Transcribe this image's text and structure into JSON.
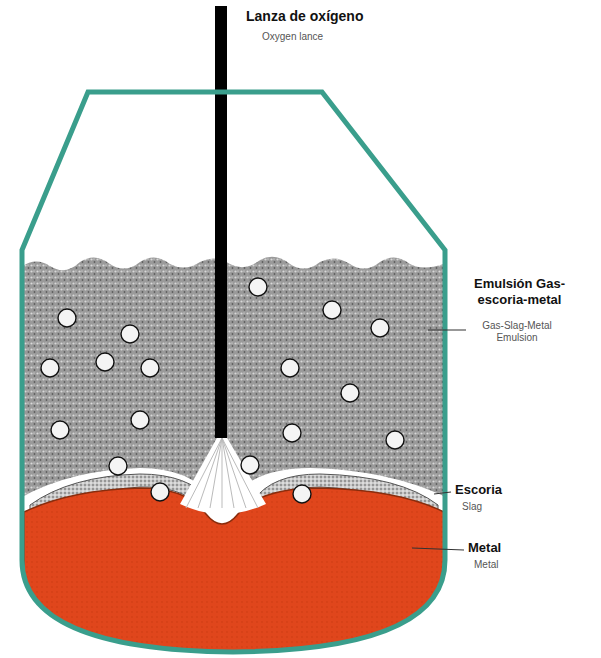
{
  "diagram": {
    "labels": [
      "Lanza de oxígeno",
      "Oxygen lance",
      "Emulsión Gas- escoria-metal",
      "Gas-Slag-Metal Emulsion",
      "Escoria",
      "Slag",
      "Metal",
      "Metal"
    ]
  }
}
